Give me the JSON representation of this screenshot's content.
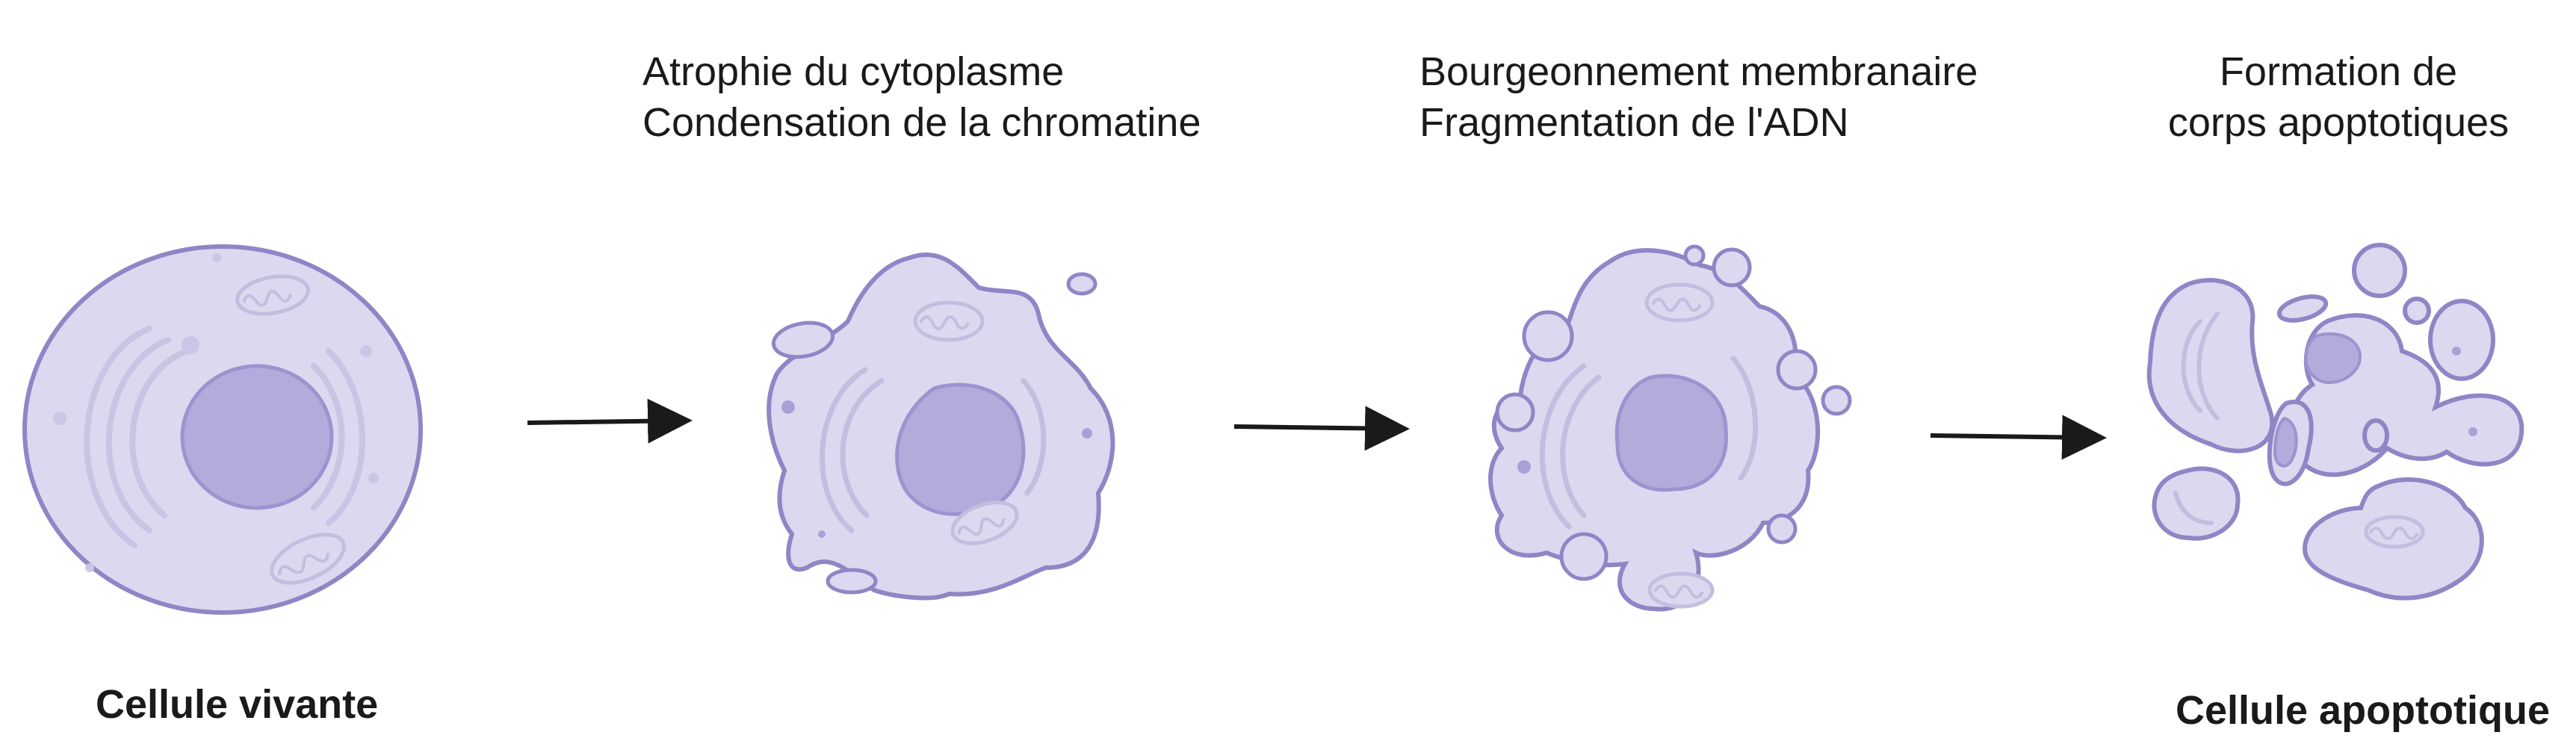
{
  "stages": [
    {
      "lines": []
    },
    {
      "lines": [
        "Atrophie du cytoplasme",
        "Condensation de la chromatine"
      ]
    },
    {
      "lines": [
        "Bourgeonnement membranaire",
        "Fragmentation de l'ADN"
      ]
    },
    {
      "lines": [
        "Formation de",
        "corps apoptotiques"
      ]
    }
  ],
  "labels": {
    "living": "Cellule vivante",
    "apoptotic": "Cellule apoptotique"
  },
  "colors": {
    "cell_fill": "#dcd8ef",
    "cell_stroke": "#8f86c6",
    "nucleus_fill": "#b3abdb",
    "organelle_stroke": "#c3bde0",
    "arrow": "#1a1a1a"
  }
}
